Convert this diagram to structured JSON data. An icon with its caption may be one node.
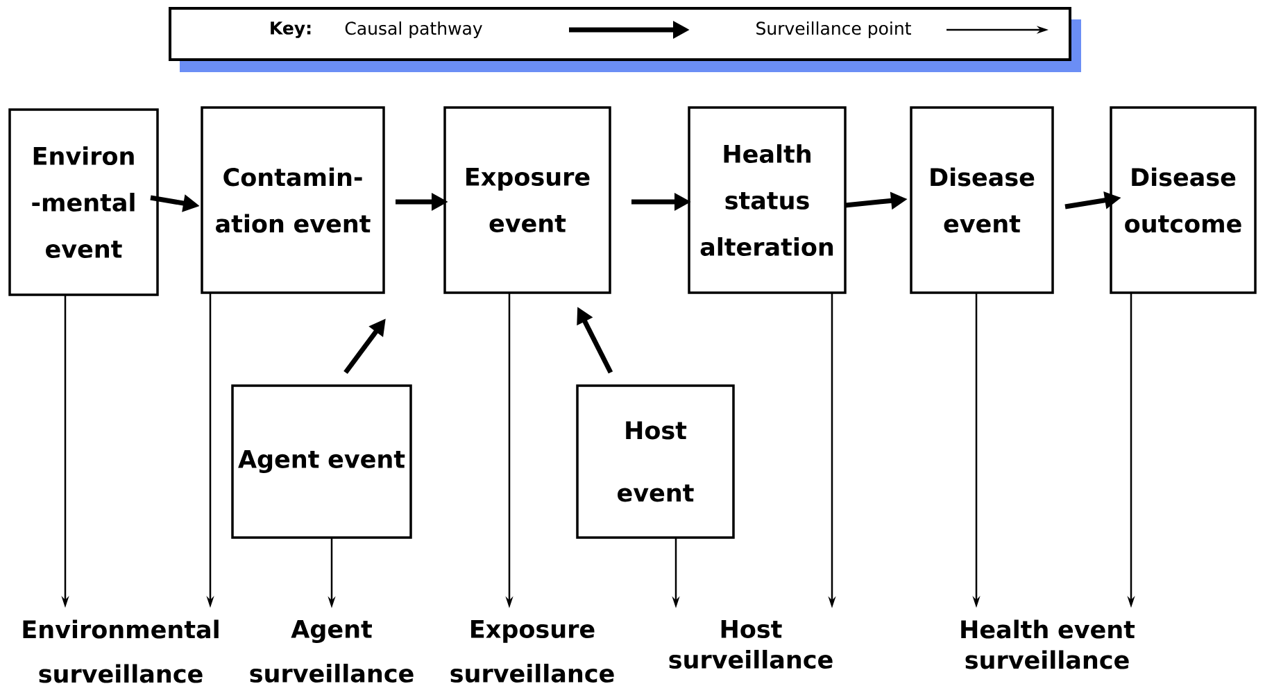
{
  "diagram": {
    "nodes": [
      {
        "text": [
          "Environ -mental event"
        ]
      },
      {
        "text": [
          "Contamin- ation event"
        ]
      },
      {
        "text": [
          "Exposure event"
        ]
      },
      {
        "text": [
          "Health status alteration"
        ]
      },
      {
        "text": [
          "Disease event"
        ]
      },
      {
        "text": [
          "Disease outcome"
        ]
      },
      {
        "text": [
          "Agent event"
        ]
      },
      {
        "text": [
          "Host event"
        ]
      },
      {
        "text": [
          "Environmental surveillance"
        ]
      },
      {
        "text": [
          "Agent surveillance"
        ]
      },
      {
        "text": [
          "Exposure surveillance"
        ]
      },
      {
        "text": [
          "Host surveillance"
        ]
      },
      {
        "text": [
          "Health event surveillance"
        ]
      }
    ],
    "edges": [
      {
        "from": 0,
        "to": 1,
        "arrow": "to",
        "style": "thick"
      },
      {
        "from": 1,
        "to": 2,
        "arrow": "to",
        "style": "thick"
      },
      {
        "from": 2,
        "to": 3,
        "arrow": "to",
        "style": "thick"
      },
      {
        "from": 3,
        "to": 4,
        "arrow": "to",
        "style": "thick"
      },
      {
        "from": 4,
        "to": 5,
        "arrow": "to",
        "style": "thick"
      },
      {
        "from": 6,
        "to": 1,
        "arrow": "to",
        "style": "thick"
      },
      {
        "from": 7,
        "to": 2,
        "arrow": "to",
        "style": "thick"
      },
      {
        "from": 0,
        "to": 8,
        "arrow": "to"
      },
      {
        "from": 1,
        "to": 8,
        "arrow": "to"
      },
      {
        "from": 6,
        "to": 9,
        "arrow": "to"
      },
      {
        "from": 2,
        "to": 10,
        "arrow": "to"
      },
      {
        "from": 7,
        "to": 11,
        "arrow": "to"
      },
      {
        "from": 3,
        "to": 11,
        "arrow": "to"
      },
      {
        "from": 4,
        "to": 12,
        "arrow": "to"
      },
      {
        "from": 5,
        "to": 12,
        "arrow": "to"
      }
    ],
    "labels": [
      "Key:"
    ],
    "legend": [
      {
        "text": "Causal pathway"
      },
      {
        "text": "Surveillance point"
      }
    ]
  }
}
